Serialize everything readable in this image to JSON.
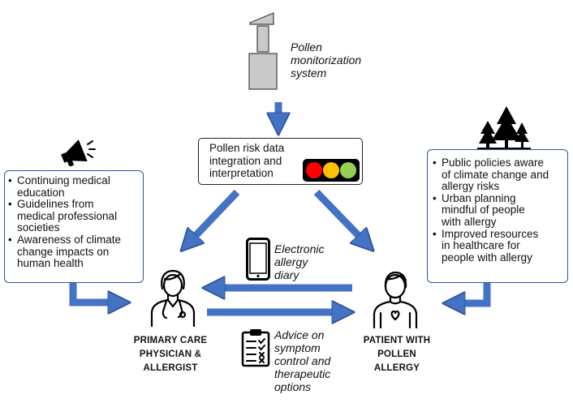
{
  "source": {
    "label_lines": [
      "Pollen",
      "monitorization",
      "system"
    ],
    "icon": "pollen-trap-icon"
  },
  "risk_box": {
    "lines": [
      "Pollen risk data",
      "integration and",
      "interpretation"
    ],
    "traffic_light_colors": [
      "#ff0000",
      "#ffc000",
      "#92d050"
    ]
  },
  "left_box": {
    "icon": "megaphone-icon",
    "items": [
      [
        "Continuing medical",
        "education"
      ],
      [
        "Guidelines from",
        "medical professional",
        "societies"
      ],
      [
        "Awareness of climate",
        "change impacts on",
        "human health"
      ]
    ]
  },
  "right_box": {
    "icon": "trees-icon",
    "items": [
      [
        "Public policies aware",
        "of climate change and",
        "allergy risks"
      ],
      [
        "Urban planning",
        "mindful of people",
        "with allergy"
      ],
      [
        "Improved resources",
        "in healthcare for",
        "people with allergy"
      ]
    ]
  },
  "diary": {
    "icon": "smartphone-icon",
    "lines": [
      "Electronic",
      "allergy",
      "diary"
    ]
  },
  "advice": {
    "icon": "clipboard-checklist-icon",
    "lines": [
      "Advice on",
      "symptom",
      "control and",
      "therapeutic",
      "options"
    ]
  },
  "physician": {
    "icon": "physician-icon",
    "lines": [
      "PRIMARY CARE",
      "PHYSICIAN &",
      "ALLERGIST"
    ]
  },
  "patient": {
    "icon": "patient-icon",
    "lines": [
      "PATIENT WITH",
      "POLLEN",
      "ALLERGY"
    ]
  },
  "colors": {
    "arrow_fill": "#4472c4",
    "arrow_stroke": "#2f5597",
    "box_border": "#2e5597",
    "icon_gray": "#c9c9c9"
  }
}
